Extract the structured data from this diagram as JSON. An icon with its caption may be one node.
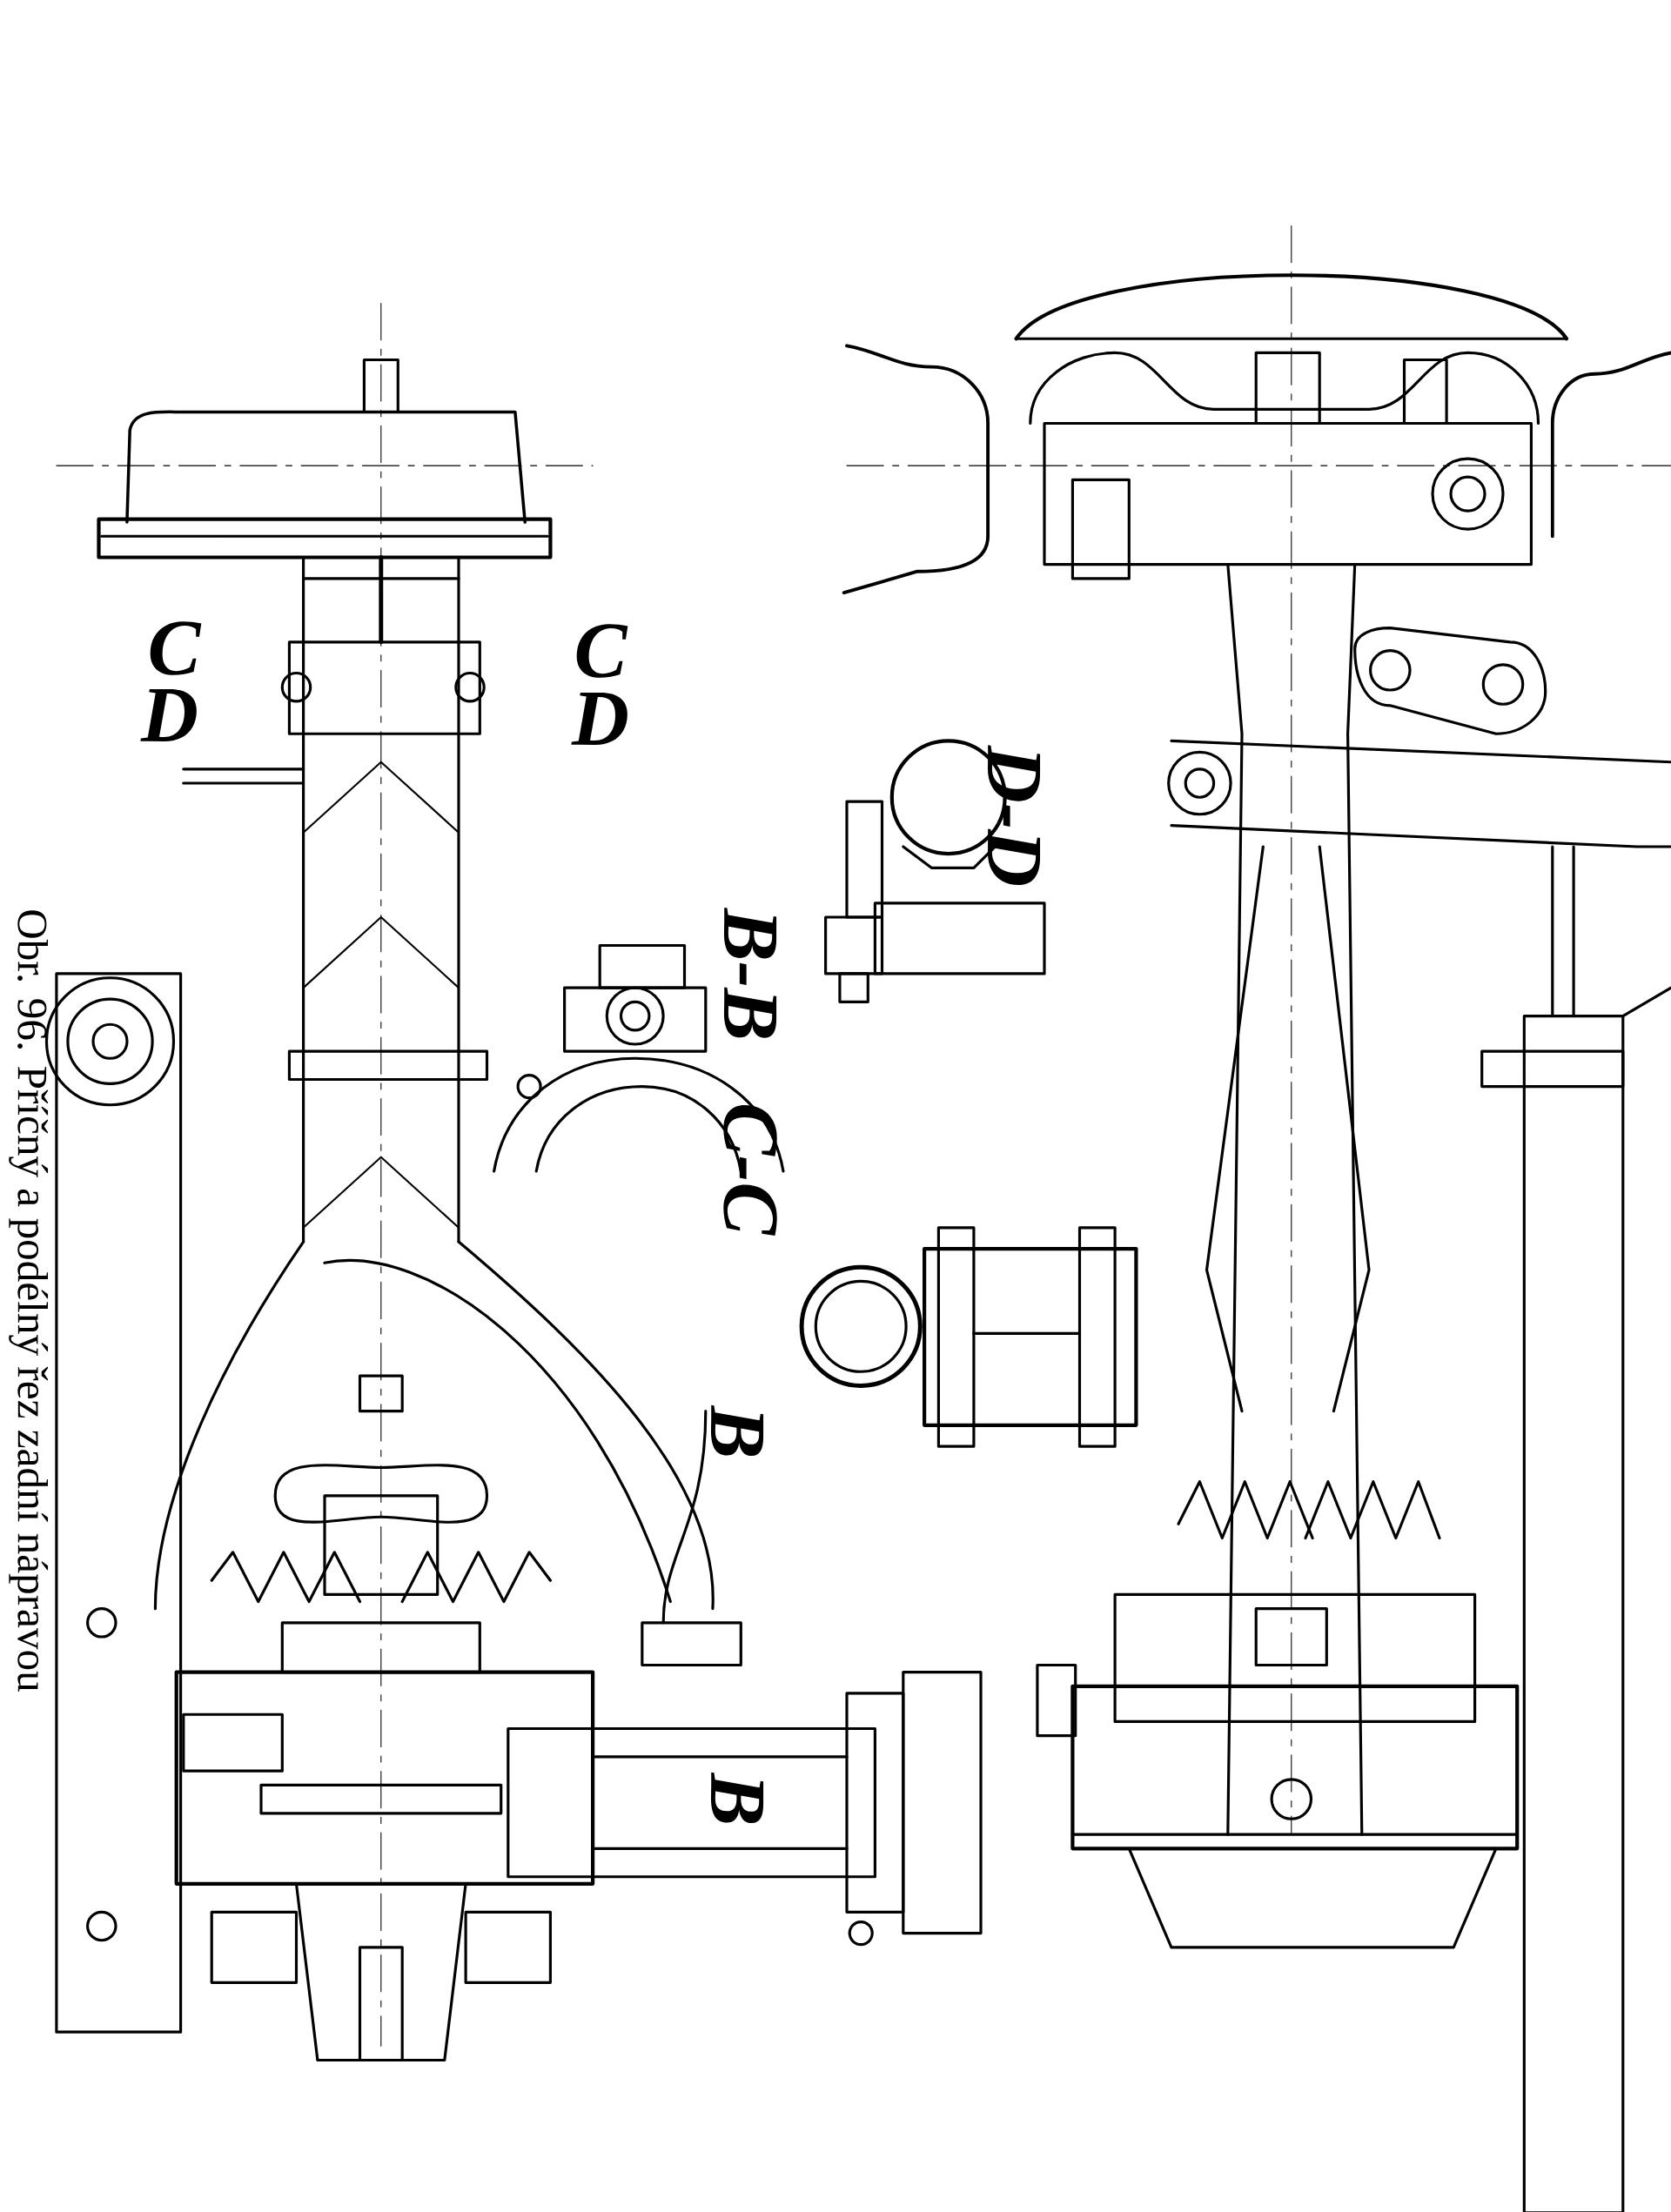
{
  "diagram": {
    "caption": "Obr. 96. Příčný a podélný řez zadní nápravou",
    "labels": [
      "C",
      "D",
      "C",
      "D",
      "B-B",
      "D-D",
      "C-C",
      "B",
      "B"
    ]
  }
}
